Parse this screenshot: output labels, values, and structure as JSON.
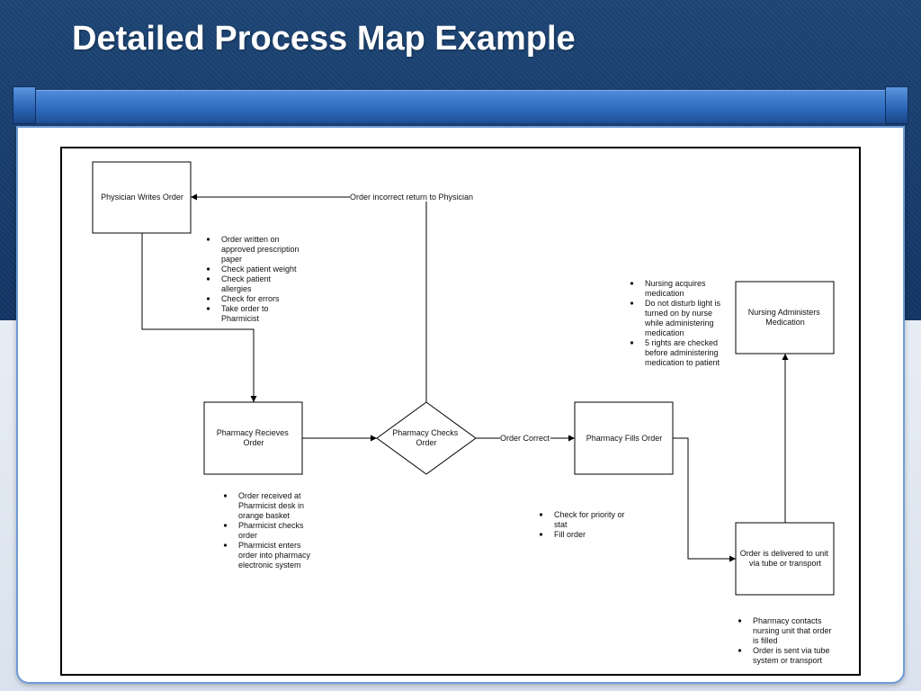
{
  "slide": {
    "title": "Detailed Process Map Example"
  },
  "diagram": {
    "nodes": {
      "physician_writes_order": [
        "Physician Writes Order"
      ],
      "pharmacy_receives_order": [
        "Pharmacy Recieves",
        "Order"
      ],
      "pharmacy_checks_order": [
        "Pharmacy Checks",
        "Order"
      ],
      "pharmacy_fills_order": [
        "Pharmacy Fills Order"
      ],
      "order_delivered": [
        "Order is delivered to unit",
        "via tube or transport"
      ],
      "nursing_administers": [
        "Nursing Administers",
        "Medication"
      ]
    },
    "edge_labels": {
      "order_incorrect": "Order incorrect return to Physician",
      "order_correct": "Order Correct"
    },
    "notes": {
      "physician": [
        [
          "Order written on",
          "approved prescription",
          "paper"
        ],
        [
          "Check patient weight"
        ],
        [
          "Check patient",
          "allergies"
        ],
        [
          "Check for errors"
        ],
        [
          "Take order to",
          "Pharmicist"
        ]
      ],
      "pharmacy_receives": [
        [
          "Order received at",
          "Pharmicist desk in",
          "orange basket"
        ],
        [
          "Pharmicist checks",
          "order"
        ],
        [
          "Pharmicist enters",
          "order into pharmacy",
          "electronic system"
        ]
      ],
      "pharmacy_fills": [
        [
          "Check for priority or",
          "stat"
        ],
        [
          "Fill order"
        ]
      ],
      "delivery": [
        [
          "Pharmacy contacts",
          "nursing unit that order",
          "is filled"
        ],
        [
          "Order is sent via tube",
          "system or transport"
        ]
      ],
      "nursing": [
        [
          "Nursing acquires",
          "medication"
        ],
        [
          "Do not disturb light is",
          "turned on by nurse",
          "while administering",
          "medication"
        ],
        [
          "5 rights are checked",
          "before administering",
          "medication to patient"
        ]
      ]
    }
  }
}
